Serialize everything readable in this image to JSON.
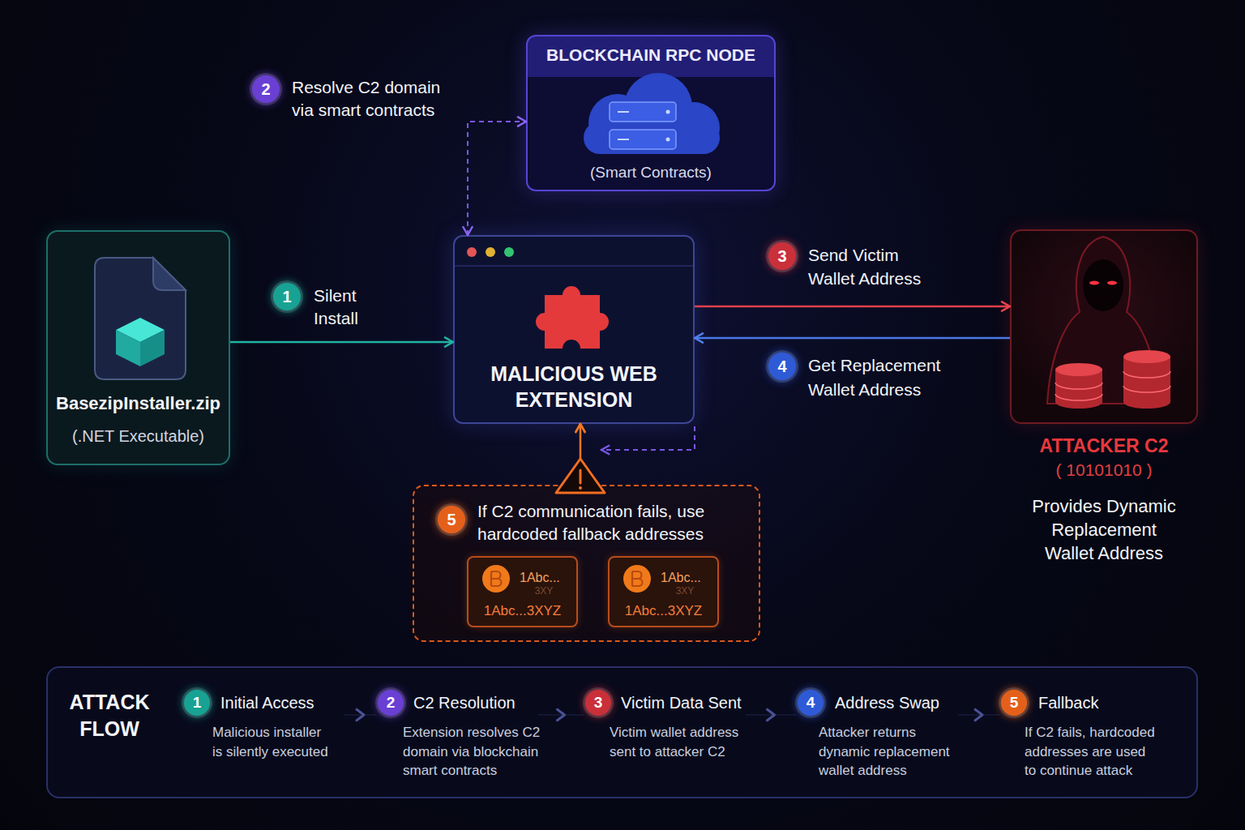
{
  "diagram": {
    "nodes": [
      {
        "text": [
          "BasezipInstaller.zip",
          "(.NET Executable)"
        ]
      },
      {
        "text": [
          "BLOCKCHAIN RPC NODE",
          "(Smart Contracts)"
        ]
      },
      {
        "text": [
          "MALICIOUS WEB EXTENSION"
        ]
      },
      {
        "text": [
          "ATTACKER C2",
          "( 10101010 )",
          "Provides Dynamic Replacement Wallet Address"
        ]
      },
      {
        "text": [
          "If C2 communication fails, use hardcoded fallback addresses"
        ]
      },
      {
        "text": [
          "1Abc...",
          "3XY",
          "1Abc...3XYZ"
        ],
        "in": 4
      },
      {
        "text": [
          "1Abc...",
          "3XY",
          "1Abc...3XYZ"
        ],
        "in": 4
      },
      {
        "text": [
          "ATTACK FLOW"
        ]
      },
      {
        "text": [
          "Initial Access",
          "Malicious installer is silently executed"
        ],
        "in": 7
      },
      {
        "text": [
          "C2 Resolution",
          "Extension resolves C2 domain via blockchain smart contracts"
        ],
        "in": 7
      },
      {
        "text": [
          "Victim Data Sent",
          "Victim wallet address sent to attacker C2"
        ],
        "in": 7
      },
      {
        "text": [
          "Address Swap",
          "Attacker returns dynamic replacement wallet address"
        ],
        "in": 7
      },
      {
        "text": [
          "Fallback",
          "If C2 fails, hardcoded addresses are used to continue attack"
        ],
        "in": 7
      }
    ],
    "edges": [
      {
        "from": 0,
        "to": 2,
        "arrow": "to",
        "label": "Silent Install"
      },
      {
        "from": 2,
        "to": 1,
        "arrow": "both",
        "label": "Resolve C2 domain via smart contracts"
      },
      {
        "from": 2,
        "to": 3,
        "arrow": "to",
        "label": "Send Victim Wallet Address"
      },
      {
        "from": 3,
        "to": 2,
        "arrow": "to",
        "label": "Get Replacement Wallet Address"
      },
      {
        "from": 4,
        "to": 2,
        "arrow": "to"
      },
      {
        "from": 8,
        "to": 9,
        "arrow": "to"
      },
      {
        "from": 9,
        "to": 10,
        "arrow": "to"
      },
      {
        "from": 10,
        "to": 11,
        "arrow": "to"
      },
      {
        "from": 11,
        "to": 12,
        "arrow": "to"
      }
    ],
    "labels": [
      "1",
      "2",
      "3",
      "4",
      "5",
      "1",
      "2",
      "3",
      "4",
      "5"
    ]
  }
}
